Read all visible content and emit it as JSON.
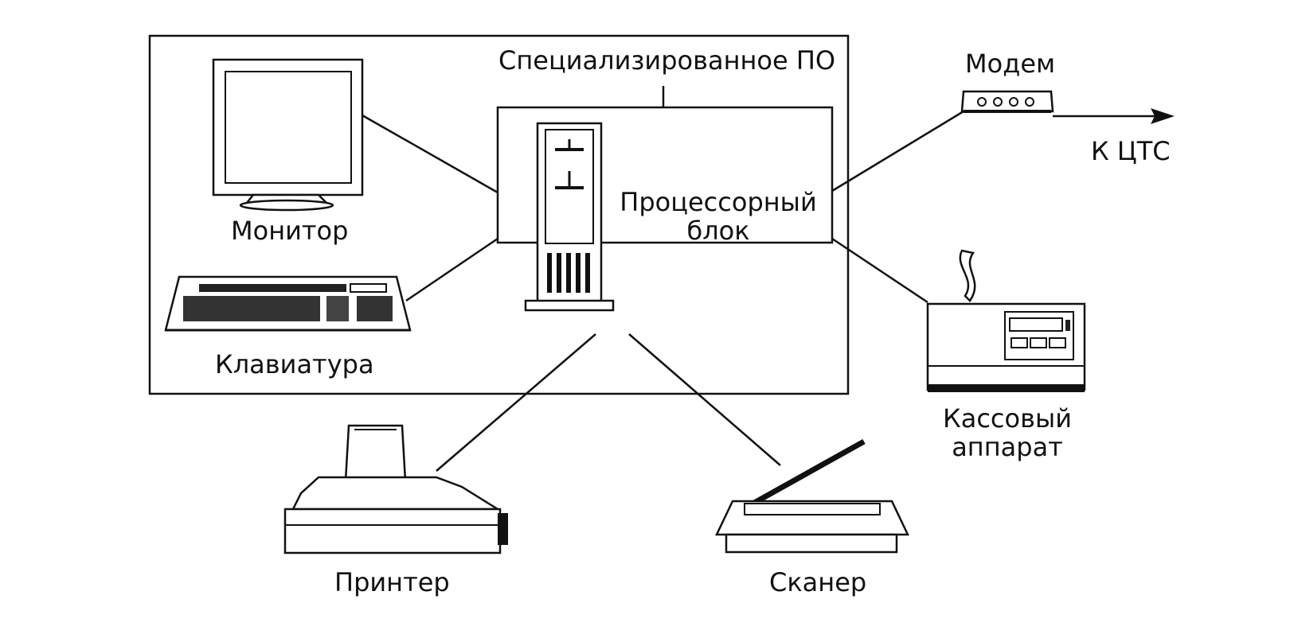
{
  "labels": {
    "software": "Специализированное ПО",
    "processor_line1": "Процессорный",
    "processor_line2": "блок",
    "monitor": "Монитор",
    "keyboard": "Клавиатура",
    "modem": "Модем",
    "to_cts": "К ЦТС",
    "cash_register_line1": "Кассовый",
    "cash_register_line2": "аппарат",
    "printer": "Принтер",
    "scanner": "Сканер"
  },
  "icons": {
    "monitor": "monitor-icon",
    "keyboard": "keyboard-icon",
    "system_unit": "system-unit-icon",
    "modem": "modem-icon",
    "cash_register": "cash-register-icon",
    "printer": "printer-icon",
    "scanner": "scanner-icon"
  }
}
